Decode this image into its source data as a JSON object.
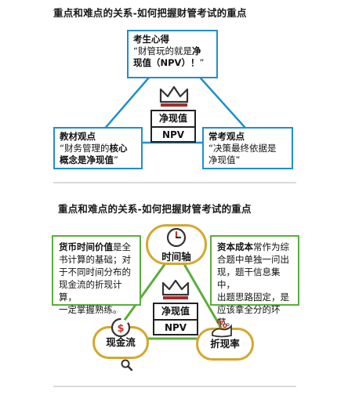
{
  "section1": {
    "heading": "重点和难点的关系-如何把握财管考试的重点",
    "top_box": {
      "title": "考生心得",
      "line1": "“财管玩的就是",
      "line1_bold": "净",
      "line2_bold": "现值（NPV）！",
      "line2_tail": "”"
    },
    "left_box": {
      "title": "教材观点",
      "line1": "“财务管理的",
      "line1_bold": "核心",
      "line2_bold": "概念是净现值",
      "line2_tail": "”"
    },
    "right_box": {
      "title": "常考观点",
      "line1": "“决策最终依据是",
      "line2": "净现值”"
    },
    "center": {
      "label1": "净现值",
      "label2": "NPV"
    },
    "colors": {
      "triangle": "#1f8fcc",
      "crown": "#333333",
      "crown_base": "#a52a2a"
    }
  },
  "section2": {
    "heading": "重点和难点的关系-如何把握财管考试的重点",
    "left_box": {
      "bold": "货币时间价值",
      "text1": "是全",
      "lines": [
        "书计算的基础；对",
        "于不同时间分布的",
        "现金流的折现计算，",
        "一定掌握熟练。"
      ]
    },
    "right_box": {
      "bold": "资本成本",
      "text1": "常作为综",
      "lines": [
        "合题中单独一问出",
        "现，题干信息集中，",
        "出题思路固定，是",
        "应该拿全分的环节。"
      ]
    },
    "nodes": {
      "time_axis": "时间轴",
      "cash_flow": "现金流",
      "discount_rate": "折现率"
    },
    "center": {
      "label1": "净现值",
      "label2": "NPV"
    },
    "icons": {
      "clock": "clock-icon",
      "dollar": "dollar-icon",
      "percent": "percent-icon",
      "percent_symbol": "%",
      "dollar_symbol": "$"
    },
    "colors": {
      "triangle": "#5aae3b",
      "pill": "#d4a72c",
      "box": "#5aae3b"
    }
  }
}
